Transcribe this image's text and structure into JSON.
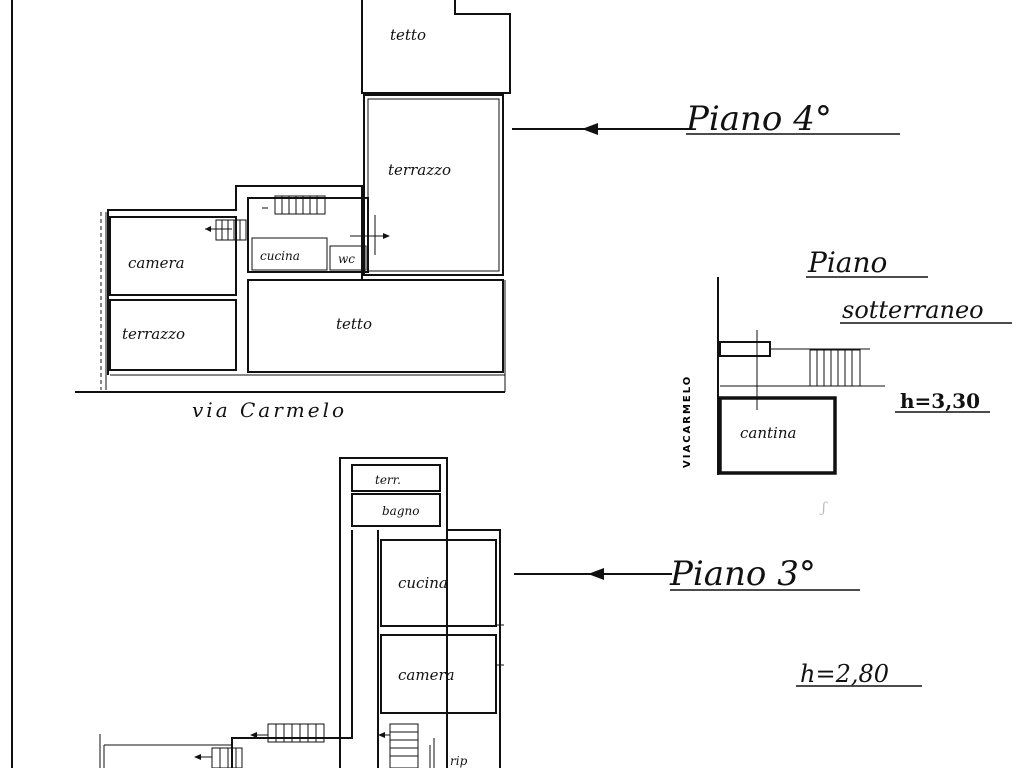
{
  "labels": {
    "tetto_top": "tetto",
    "terrazzo_big": "terrazzo",
    "camera_4": "camera",
    "cucina_4": "cucina",
    "wc": "wc",
    "terrazzo_small": "terrazzo",
    "tetto_mid": "tetto",
    "street": "via Carmelo",
    "terr": "terr.",
    "bagno": "bagno",
    "cucina_3": "cucina",
    "camera_3": "camera",
    "rip": "rip",
    "cantina": "cantina",
    "street_vertical": "VIACARMELO"
  },
  "floors": {
    "fourth": {
      "title": "Piano 4°"
    },
    "basement": {
      "title_line1": "Piano",
      "title_line2": "sotterraneo",
      "height": "h=3,30"
    },
    "third": {
      "title": "Piano 3°",
      "height": "h=2,80"
    }
  }
}
